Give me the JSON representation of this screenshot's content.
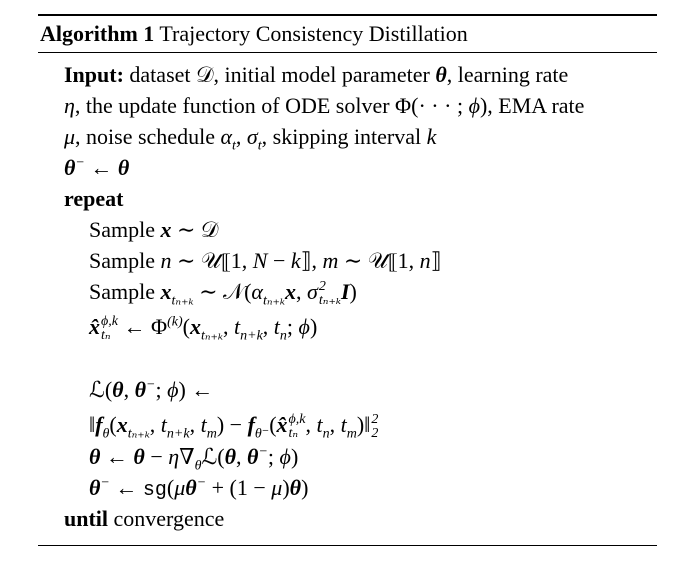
{
  "algorithm": {
    "label": "Algorithm 1",
    "title": "Trajectory Consistency Distillation",
    "lines": [
      {
        "indent": false,
        "segs": [
          [
            "b",
            "Input:"
          ],
          [
            "r",
            " dataset 𝒟, initial model parameter "
          ],
          [
            "bi",
            "θ"
          ],
          [
            "r",
            ", learning rate"
          ]
        ]
      },
      {
        "indent": false,
        "segs": [
          [
            "i",
            "η"
          ],
          [
            "r",
            ", the update function of ODE solver Φ(· · · ; "
          ],
          [
            "i",
            "ϕ"
          ],
          [
            "r",
            "), EMA rate"
          ]
        ]
      },
      {
        "indent": false,
        "segs": [
          [
            "i",
            "μ"
          ],
          [
            "r",
            ", noise schedule "
          ],
          [
            "i",
            "α"
          ],
          [
            "sub",
            "t"
          ],
          [
            "r",
            ", "
          ],
          [
            "i",
            "σ"
          ],
          [
            "sub",
            "t"
          ],
          [
            "r",
            ", skipping interval "
          ],
          [
            "i",
            "k"
          ]
        ]
      },
      {
        "indent": false,
        "segs": [
          [
            "bi",
            "θ"
          ],
          [
            "sup",
            "−"
          ],
          [
            "r",
            " ← "
          ],
          [
            "bi",
            "θ"
          ]
        ]
      },
      {
        "indent": false,
        "segs": [
          [
            "b",
            "repeat"
          ]
        ]
      },
      {
        "indent": true,
        "segs": [
          [
            "r",
            "Sample "
          ],
          [
            "bi",
            "x"
          ],
          [
            "r",
            " ∼ 𝒟"
          ]
        ]
      },
      {
        "indent": true,
        "segs": [
          [
            "r",
            "Sample "
          ],
          [
            "i",
            "n"
          ],
          [
            "r",
            " ∼ 𝒰⟦1, "
          ],
          [
            "i",
            "N"
          ],
          [
            "r",
            " − "
          ],
          [
            "i",
            "k"
          ],
          [
            "r",
            "⟧, "
          ],
          [
            "i",
            "m"
          ],
          [
            "r",
            " ∼ 𝒰⟦1, "
          ],
          [
            "i",
            "n"
          ],
          [
            "r",
            "⟧"
          ]
        ]
      },
      {
        "indent": true,
        "segs": [
          [
            "r",
            "Sample "
          ],
          [
            "bi",
            "x"
          ],
          [
            "sub",
            "tₙ₊ₖ"
          ],
          [
            "r",
            " ∼ 𝒩("
          ],
          [
            "i",
            "α"
          ],
          [
            "sub",
            "tₙ₊ₖ"
          ],
          [
            "bi",
            "x"
          ],
          [
            "r",
            ", "
          ],
          [
            "i",
            "σ"
          ],
          [
            "ss",
            "2",
            "tₙ₊ₖ"
          ],
          [
            "bi",
            "I"
          ],
          [
            "r",
            ")"
          ]
        ]
      },
      {
        "indent": true,
        "tall": true,
        "segs": [
          [
            "bi",
            "x̂"
          ],
          [
            "ss",
            "ϕ,k",
            "tₙ"
          ],
          [
            "r",
            " ← Φ"
          ],
          [
            "sup",
            "(k)"
          ],
          [
            "r",
            "("
          ],
          [
            "bi",
            "x"
          ],
          [
            "sub",
            "tₙ₊ₖ"
          ],
          [
            "r",
            ", "
          ],
          [
            "i",
            "t"
          ],
          [
            "sub",
            "n+k"
          ],
          [
            "r",
            ", "
          ],
          [
            "i",
            "t"
          ],
          [
            "sub",
            "n"
          ],
          [
            "r",
            "; "
          ],
          [
            "i",
            "ϕ"
          ],
          [
            "r",
            ")"
          ]
        ]
      },
      {
        "blank": true,
        "segs": []
      },
      {
        "indent": true,
        "segs": [
          [
            "r",
            "ℒ("
          ],
          [
            "bi",
            "θ"
          ],
          [
            "r",
            ", "
          ],
          [
            "bi",
            "θ"
          ],
          [
            "sup",
            "−"
          ],
          [
            "r",
            "; "
          ],
          [
            "i",
            "ϕ"
          ],
          [
            "r",
            ") ←"
          ]
        ]
      },
      {
        "indent": true,
        "tall": true,
        "segs": [
          [
            "r",
            "‖"
          ],
          [
            "bi",
            "f"
          ],
          [
            "sub",
            "θ"
          ],
          [
            "r",
            "("
          ],
          [
            "bi",
            "x"
          ],
          [
            "sub",
            "tₙ₊ₖ"
          ],
          [
            "r",
            ", "
          ],
          [
            "i",
            "t"
          ],
          [
            "sub",
            "n+k"
          ],
          [
            "r",
            ", "
          ],
          [
            "i",
            "t"
          ],
          [
            "sub",
            "m"
          ],
          [
            "r",
            ") − "
          ],
          [
            "bi",
            "f"
          ],
          [
            "sub",
            "θ⁻"
          ],
          [
            "r",
            "("
          ],
          [
            "bi",
            "x̂"
          ],
          [
            "ss",
            "ϕ,k",
            "tₙ"
          ],
          [
            "r",
            ", "
          ],
          [
            "i",
            "t"
          ],
          [
            "sub",
            "n"
          ],
          [
            "r",
            ", "
          ],
          [
            "i",
            "t"
          ],
          [
            "sub",
            "m"
          ],
          [
            "r",
            ")‖"
          ],
          [
            "ss",
            "2",
            "2"
          ]
        ]
      },
      {
        "indent": true,
        "segs": [
          [
            "bi",
            "θ"
          ],
          [
            "r",
            " ← "
          ],
          [
            "bi",
            "θ"
          ],
          [
            "r",
            " − "
          ],
          [
            "i",
            "η"
          ],
          [
            "r",
            "∇"
          ],
          [
            "sub",
            "θ"
          ],
          [
            "r",
            "ℒ("
          ],
          [
            "bi",
            "θ"
          ],
          [
            "r",
            ", "
          ],
          [
            "bi",
            "θ"
          ],
          [
            "sup",
            "−"
          ],
          [
            "r",
            "; "
          ],
          [
            "i",
            "ϕ"
          ],
          [
            "r",
            ")"
          ]
        ]
      },
      {
        "indent": true,
        "segs": [
          [
            "bi",
            "θ"
          ],
          [
            "sup",
            "−"
          ],
          [
            "r",
            " ← "
          ],
          [
            "tt",
            "sg"
          ],
          [
            "r",
            "("
          ],
          [
            "i",
            "μ"
          ],
          [
            "bi",
            "θ"
          ],
          [
            "sup",
            "−"
          ],
          [
            "r",
            " + (1 − "
          ],
          [
            "i",
            "μ"
          ],
          [
            "r",
            ")"
          ],
          [
            "bi",
            "θ"
          ],
          [
            "r",
            ")"
          ]
        ]
      },
      {
        "indent": false,
        "segs": [
          [
            "b",
            "until"
          ],
          [
            "r",
            " convergence"
          ]
        ]
      }
    ]
  }
}
